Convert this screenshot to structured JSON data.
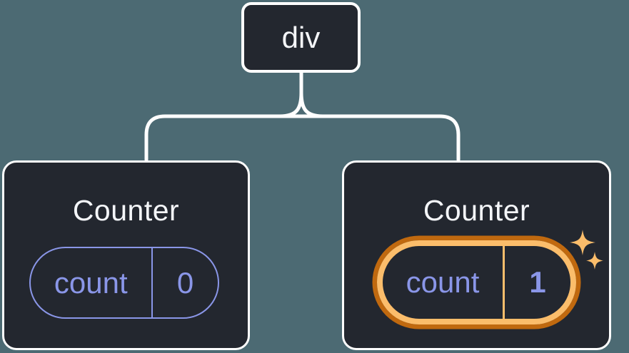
{
  "colors": {
    "bg": "#4C6A73",
    "card-bg": "#23272F",
    "line": "#FFFFFF",
    "text-light": "#F4F6F9",
    "purple": "#8A96E8",
    "orange-dark": "#C0690F",
    "orange-light": "#FBBD6B"
  },
  "tree": {
    "root": {
      "label": "div"
    },
    "children": [
      {
        "title": "Counter",
        "highlighted": false,
        "state": {
          "key": "count",
          "value": "0"
        }
      },
      {
        "title": "Counter",
        "highlighted": true,
        "state": {
          "key": "count",
          "value": "1"
        },
        "decoration": "sparkles-icon"
      }
    ]
  }
}
